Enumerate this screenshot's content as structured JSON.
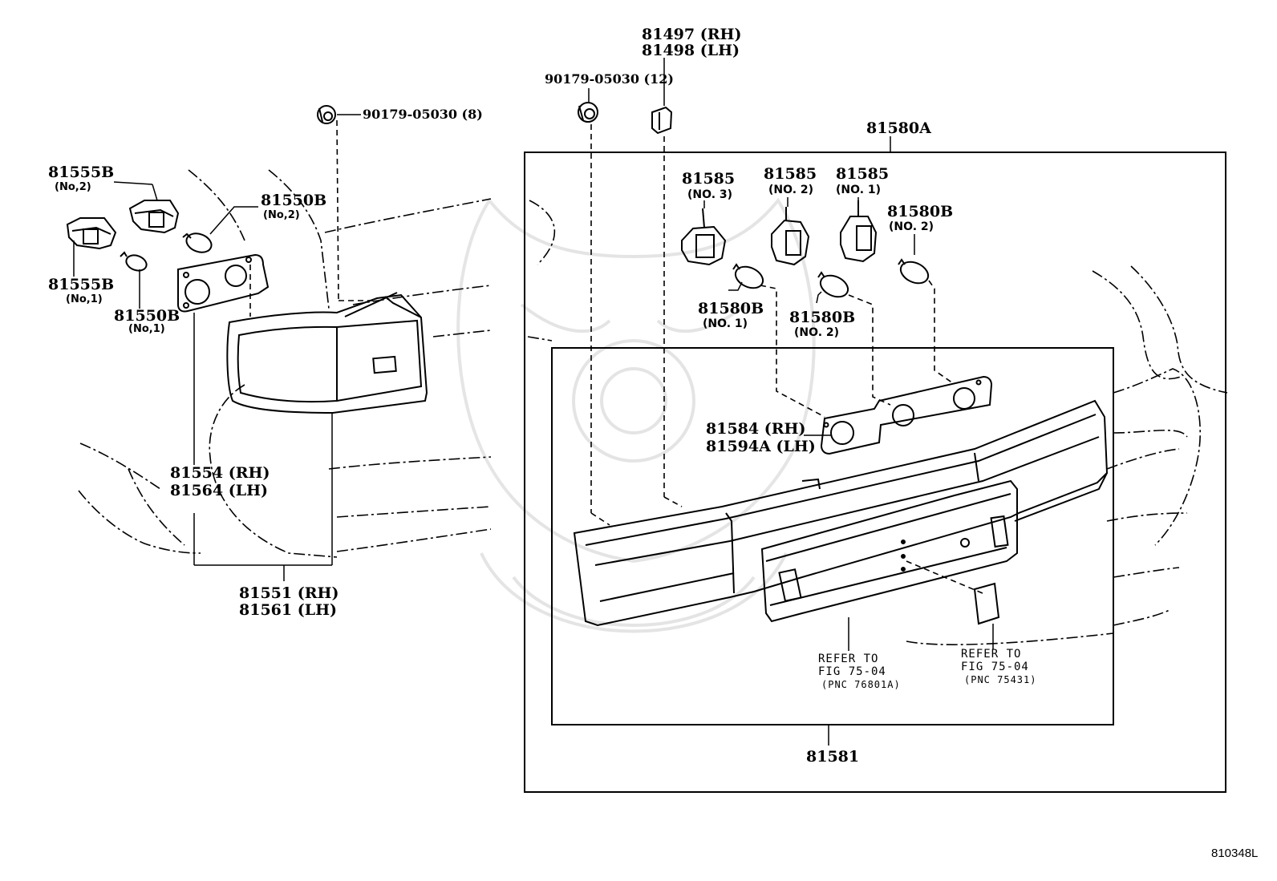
{
  "figure_code": "810348L",
  "labels": {
    "p81497": "81497 (RH)",
    "p81498": "81498 (LH)",
    "clip12": "90179-05030 (12)",
    "clip8": "90179-05030 (8)",
    "p81580A": "81580A",
    "p81555B_2": "81555B",
    "p81555B_2_sub": "(No,2)",
    "p81555B_1": "81555B",
    "p81555B_1_sub": "(No,1)",
    "p81550B_2": "81550B",
    "p81550B_2_sub": "(No,2)",
    "p81550B_1": "81550B",
    "p81550B_1_sub": "(No,1)",
    "p81585_3": "81585",
    "p81585_3_sub": "(NO. 3)",
    "p81585_2": "81585",
    "p81585_2_sub": "(NO. 2)",
    "p81585_1": "81585",
    "p81585_1_sub": "(NO. 1)",
    "p81580B_top": "81580B",
    "p81580B_top_sub": "(NO. 2)",
    "p81580B_n1": "81580B",
    "p81580B_n1_sub": "(NO. 1)",
    "p81580B_n2": "81580B",
    "p81580B_n2_sub": "(NO. 2)",
    "p81584": "81584 (RH)",
    "p81594A": "81594A (LH)",
    "p81554": "81554 (RH)",
    "p81564": "81564 (LH)",
    "p81551": "81551 (RH)",
    "p81561": "81561 (LH)",
    "p81581": "81581",
    "ref1_l1": "REFER TO",
    "ref1_l2": "FIG 75-04",
    "ref1_l3": "(PNC 76801A)",
    "ref2_l1": "REFER TO",
    "ref2_l2": "FIG 75-04",
    "ref2_l3": "(PNC 75431)"
  }
}
